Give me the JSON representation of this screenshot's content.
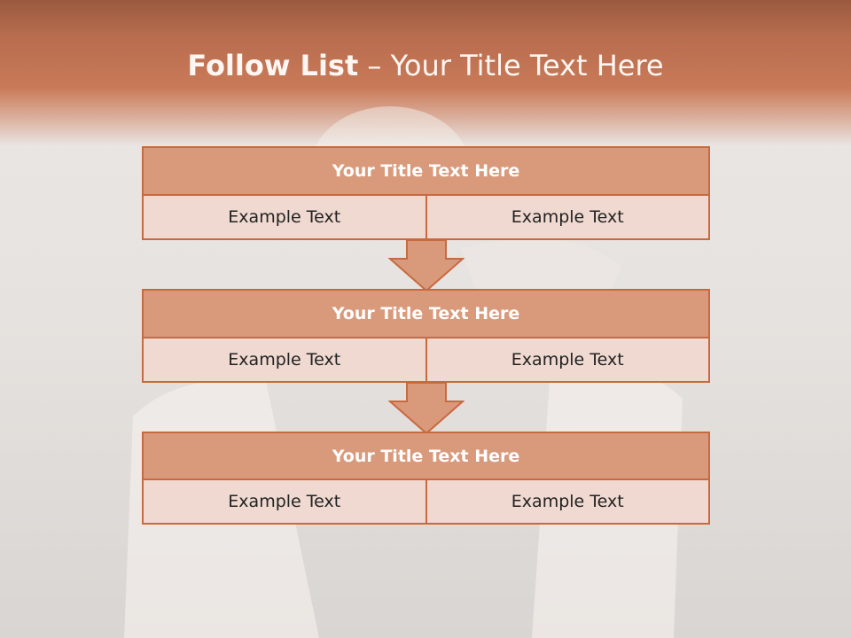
{
  "slide": {
    "title_bold": "Follow List",
    "title_rest": "– Your Title Text Here"
  },
  "blocks": [
    {
      "title": "Your Title Text Here",
      "left": "Example Text",
      "right": "Example Text"
    },
    {
      "title": "Your Title Text Here",
      "left": "Example Text",
      "right": "Example Text"
    },
    {
      "title": "Your Title Text Here",
      "left": "Example Text",
      "right": "Example Text"
    }
  ],
  "colors": {
    "header": "#c97a58",
    "box_fill": "#d99a7c",
    "cell_fill": "#efd9d1",
    "border": "#c9693f"
  }
}
